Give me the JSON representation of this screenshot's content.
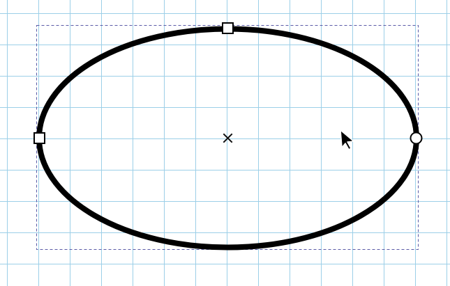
{
  "canvas": {
    "grid_visible": true,
    "grid_color": "#9ccfe8",
    "background_color": "#ffffff"
  },
  "selection": {
    "box_style": "dashed",
    "box_color": "#5a5aa6"
  },
  "ellipse": {
    "stroke_color": "#000000",
    "fill": "none"
  },
  "handles": {
    "top": "square",
    "left": "square",
    "right": "circle"
  },
  "icons": {
    "center_marker": "x-mark-icon",
    "cursor": "pointer-arrow-icon"
  }
}
